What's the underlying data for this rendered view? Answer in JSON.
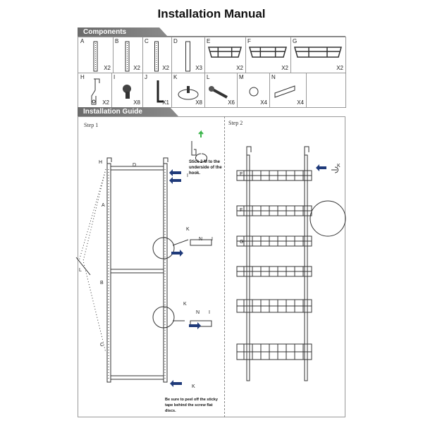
{
  "title": "Installation  Manual",
  "components": {
    "heading": "Components",
    "row1": [
      {
        "letter": "A",
        "qty": "X2"
      },
      {
        "letter": "B",
        "qty": "X2"
      },
      {
        "letter": "C",
        "qty": "X2"
      },
      {
        "letter": "D",
        "qty": "X3"
      },
      {
        "letter": "E",
        "qty": "X2"
      },
      {
        "letter": "F",
        "qty": "X2"
      },
      {
        "letter": "G",
        "qty": "X2"
      }
    ],
    "row2": [
      {
        "letter": "H",
        "qty": "X2"
      },
      {
        "letter": "I",
        "qty": "X8"
      },
      {
        "letter": "J",
        "qty": "X1"
      },
      {
        "letter": "K",
        "qty": "X8"
      },
      {
        "letter": "L",
        "qty": "X6"
      },
      {
        "letter": "M",
        "qty": "X4"
      },
      {
        "letter": "N",
        "qty": "X4"
      }
    ]
  },
  "guide": {
    "heading": "Installation Guide",
    "step1": {
      "label": "Step 1",
      "note_hook": "Stick 2 M  to the underside of the hook.",
      "note_tape": "Be sure to peel off the sticky tape behind the screw flat discs.",
      "labels": {
        "H": "H",
        "D": "D",
        "I": "I",
        "A": "A",
        "B": "B",
        "C": "C",
        "L": "L",
        "K1": "K",
        "N1": "N",
        "I1": "I",
        "K2": "K",
        "N2": "N",
        "I2": "I",
        "K3": "K"
      }
    },
    "step2": {
      "label": "Step 2",
      "labels": {
        "E": "E",
        "F": "F",
        "G": "G",
        "K": "K"
      }
    }
  },
  "colors": {
    "banner": "#777777",
    "arrow": "#1f3a7a",
    "accent_green": "#3bb54a"
  }
}
